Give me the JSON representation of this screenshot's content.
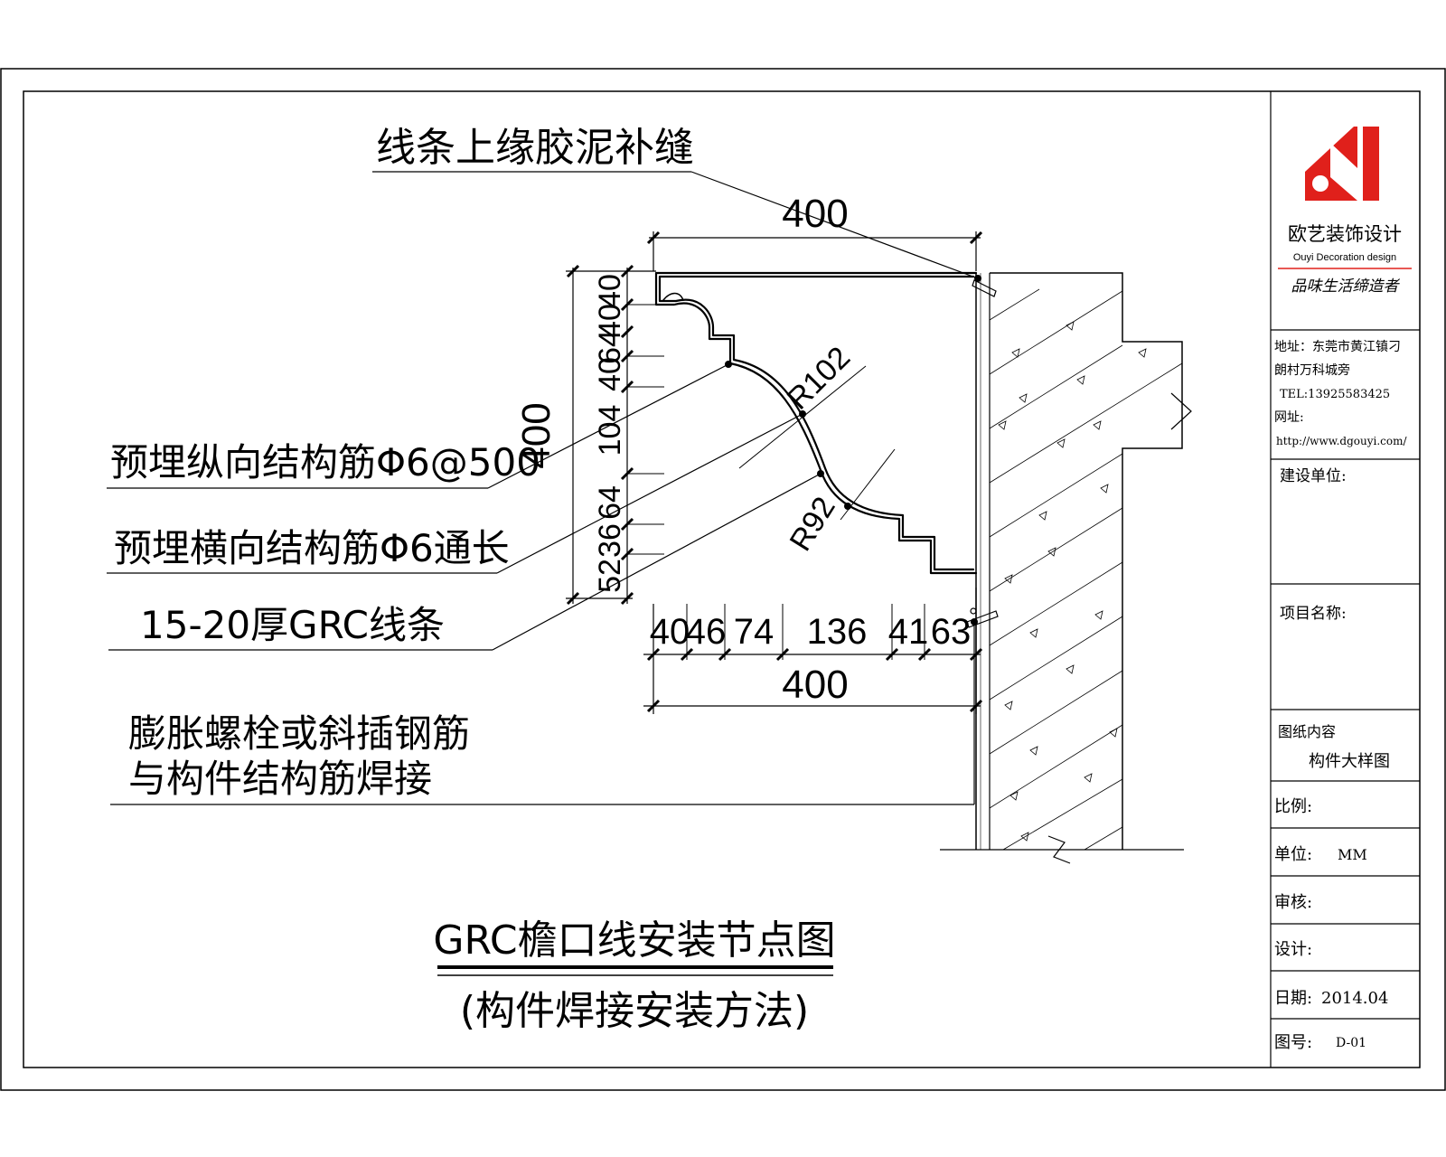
{
  "annotations": {
    "caulk": "线条上缘胶泥补缝",
    "long_rebar": "预埋纵向结构筋Φ6@500",
    "trans_rebar": "预埋横向结构筋Φ6通长",
    "grc_strip": "15-20厚GRC线条",
    "bolt_line1": "膨胀螺栓或斜插钢筋",
    "bolt_line2": "与构件结构筋焊接"
  },
  "dimensions": {
    "top_total": "400",
    "left_total": "400",
    "bottom_total": "400",
    "left_segments": [
      "40",
      "40",
      "64",
      "40",
      "104",
      "64",
      "36",
      "52"
    ],
    "bottom_segments": [
      "40",
      "46",
      "74",
      "136",
      "41",
      "63"
    ],
    "radius_large": "R102",
    "radius_small": "R92"
  },
  "drawing": {
    "title": "GRC檐口线安装节点图",
    "subtitle": "(构件焊接安装方法)"
  },
  "title_block": {
    "company_cn": "欧艺装饰设计",
    "company_en": "Ouyi Decoration design",
    "slogan": "品味生活缔造者",
    "address_line1": "地址：东莞市黄江镇刁",
    "address_line2": "朗村万科城旁",
    "tel": "TEL:13925583425",
    "web_label": "网址:",
    "web_url": "http://www.dgouyi.com/",
    "client_label": "建设单位:",
    "project_label": "项目名称:",
    "content_label": "图纸内容",
    "content_value": "构件大样图",
    "scale_label": "比例:",
    "unit_label": "单位:",
    "unit_value": "MM",
    "review_label": "审核:",
    "design_label": "设计:",
    "date_label": "日期:",
    "date_value": "2014.04",
    "sheet_label": "图号:",
    "sheet_value": "D-01"
  },
  "colors": {
    "logo": "#e0201b",
    "ink": "#000000"
  }
}
